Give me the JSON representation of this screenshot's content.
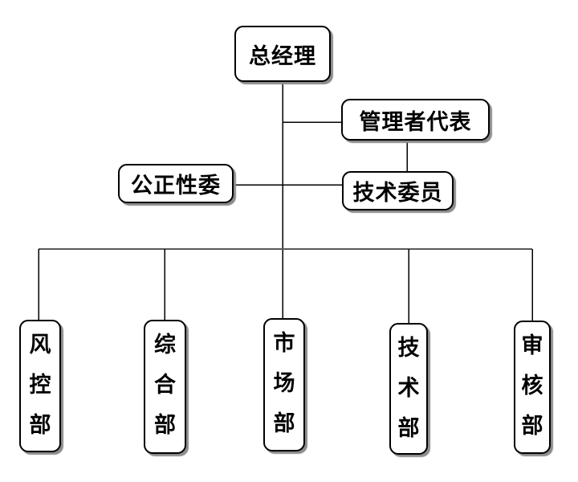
{
  "nodes": {
    "general_manager": {
      "label": "总经理"
    },
    "management_representative": {
      "label": "管理者代表"
    },
    "impartiality_committee": {
      "label": "公正性委"
    },
    "technical_committee": {
      "label": "技术委员"
    },
    "risk_control_dept": {
      "label": "风控部"
    },
    "general_affairs_dept": {
      "label": "综合部"
    },
    "marketing_dept": {
      "label": "市场部"
    },
    "technology_dept": {
      "label": "技术部"
    },
    "audit_dept": {
      "label": "审核部"
    }
  },
  "colors": {
    "background": "#ffffff",
    "box_fill": "#ffffff",
    "box_border": "#000000",
    "box_shadow": "#8c8c8c",
    "text": "#000000",
    "connector": "#000000",
    "bus_connector": "#595959"
  }
}
